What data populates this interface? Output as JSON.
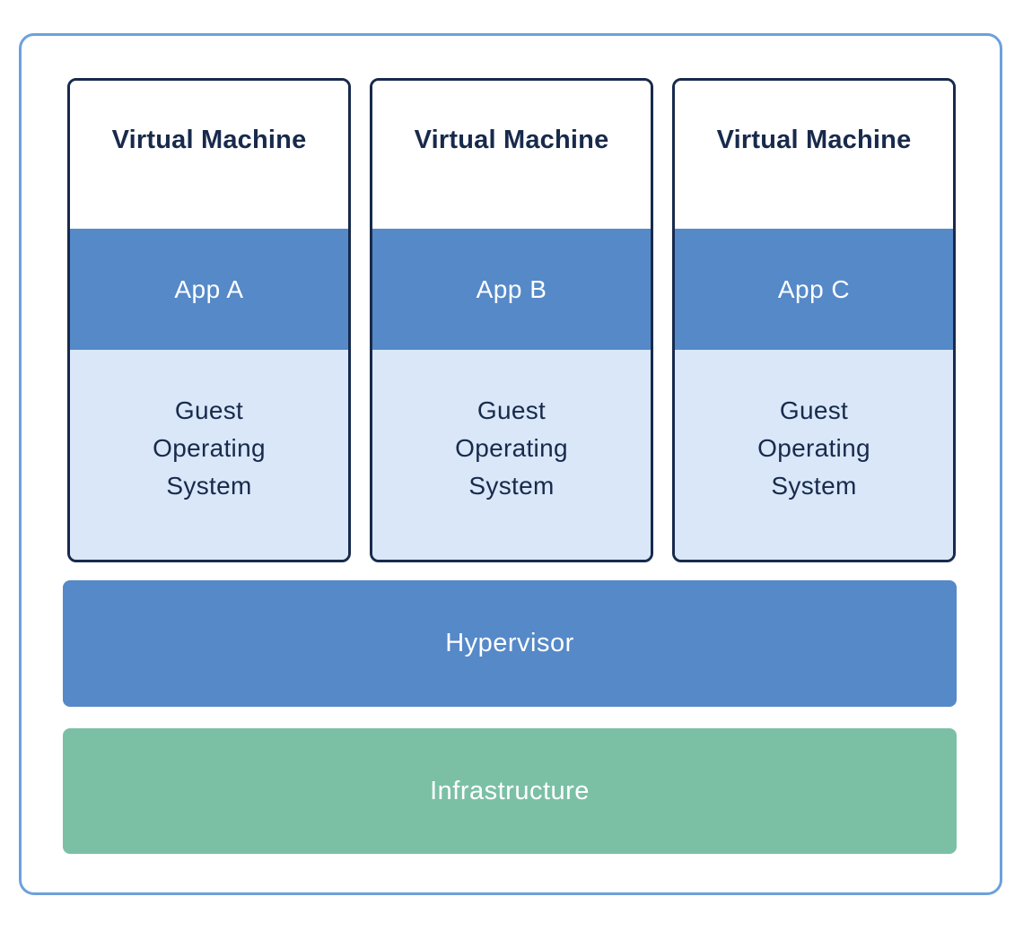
{
  "diagram": {
    "vms": [
      {
        "title": "Virtual Machine",
        "app": "App A",
        "os": "Guest Operating System"
      },
      {
        "title": "Virtual Machine",
        "app": "App B",
        "os": "Guest Operating System"
      },
      {
        "title": "Virtual Machine",
        "app": "App C",
        "os": "Guest Operating System"
      }
    ],
    "layers": [
      {
        "label": "Hypervisor"
      },
      {
        "label": "Infrastructure"
      }
    ]
  },
  "colors": {
    "outer-border": "#6BA1DC",
    "navy": "#182A4C",
    "app-blue": "#5589C8",
    "light-blue": "#D9E7F8",
    "green": "#7BC0A5",
    "white": "#FFFFFF"
  }
}
